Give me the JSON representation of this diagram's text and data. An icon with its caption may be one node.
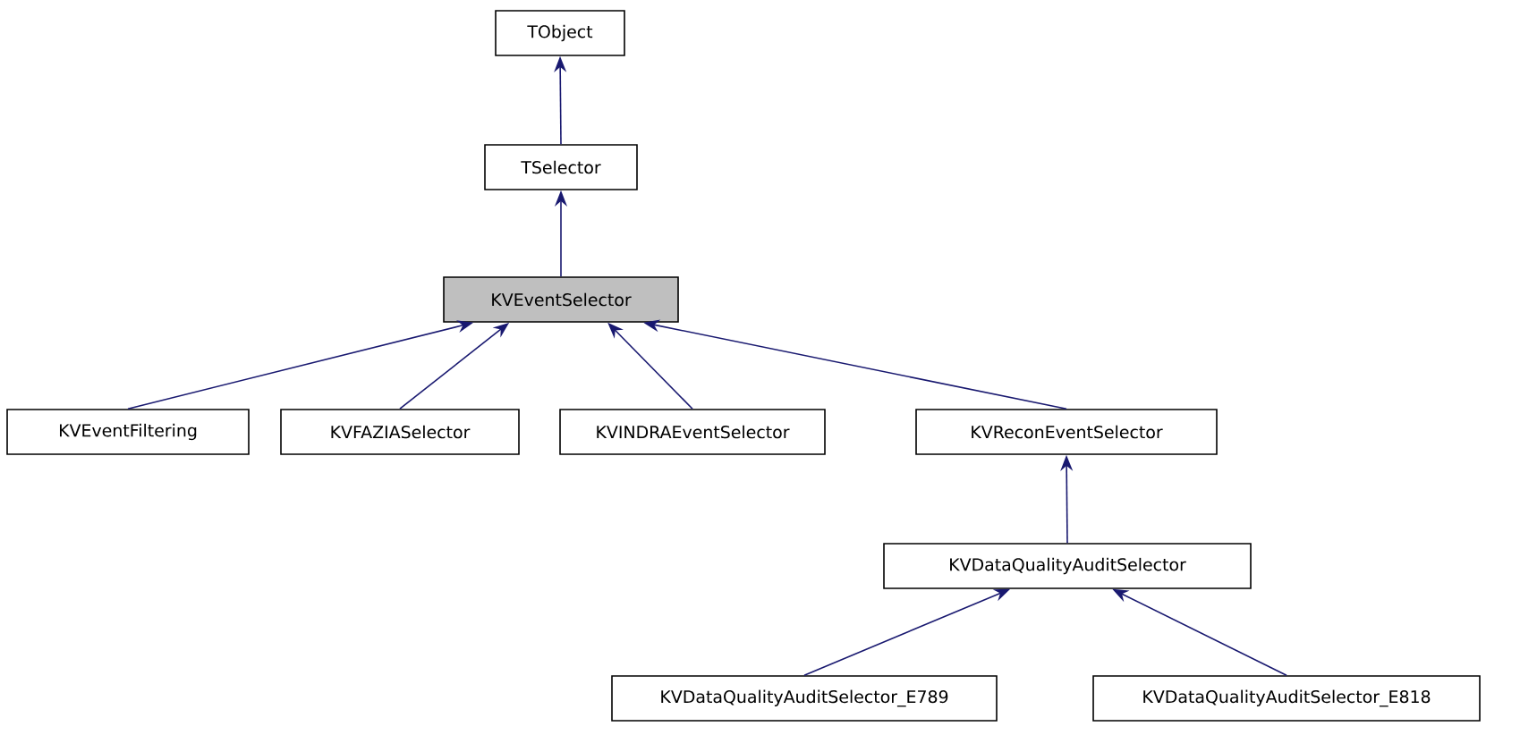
{
  "diagram": {
    "nodes": [
      {
        "text": [
          "TObject"
        ]
      },
      {
        "text": [
          "TSelector"
        ]
      },
      {
        "text": [
          "KVEventSelector"
        ]
      },
      {
        "text": [
          "KVEventFiltering"
        ]
      },
      {
        "text": [
          "KVFAZIASelector"
        ]
      },
      {
        "text": [
          "KVINDRAEventSelector"
        ]
      },
      {
        "text": [
          "KVReconEventSelector"
        ]
      },
      {
        "text": [
          "KVDataQualityAuditSelector"
        ]
      },
      {
        "text": [
          "KVDataQualityAuditSelector_E789"
        ]
      },
      {
        "text": [
          "KVDataQualityAuditSelector_E818"
        ]
      }
    ],
    "edges": [
      {
        "from": 1,
        "to": 0,
        "arrow": "to"
      },
      {
        "from": 2,
        "to": 1,
        "arrow": "to"
      },
      {
        "from": 3,
        "to": 2,
        "arrow": "to"
      },
      {
        "from": 4,
        "to": 2,
        "arrow": "to"
      },
      {
        "from": 5,
        "to": 2,
        "arrow": "to"
      },
      {
        "from": 6,
        "to": 2,
        "arrow": "to"
      },
      {
        "from": 7,
        "to": 6,
        "arrow": "to"
      },
      {
        "from": 8,
        "to": 7,
        "arrow": "to"
      },
      {
        "from": 9,
        "to": 7,
        "arrow": "to"
      }
    ]
  }
}
